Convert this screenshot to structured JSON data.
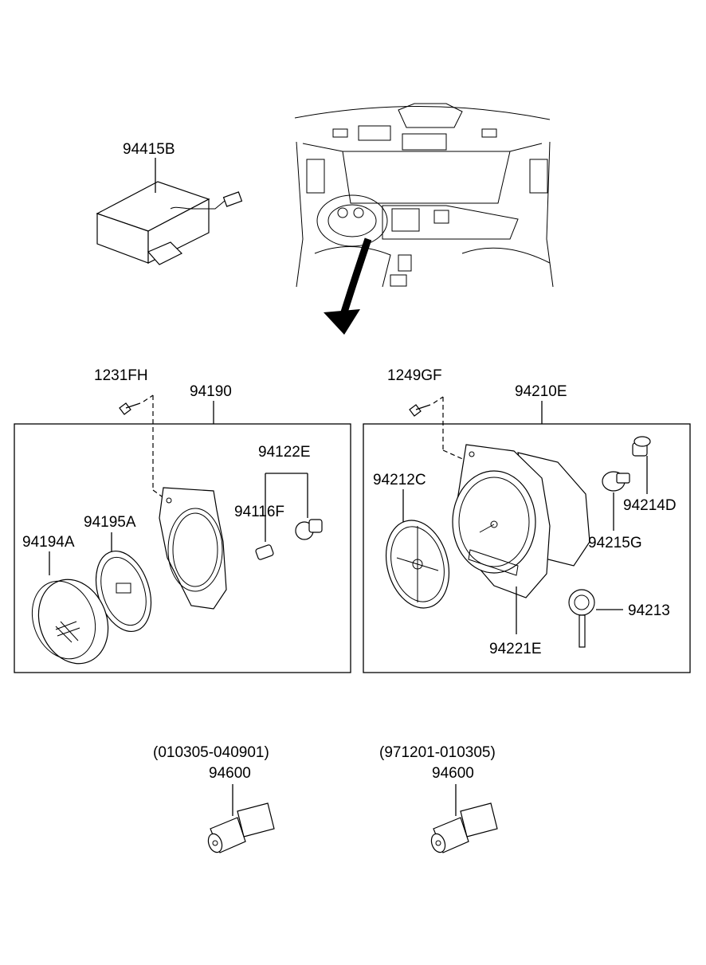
{
  "labels": {
    "module": "94415B",
    "screw_left": "1231FH",
    "cluster_left": "94190",
    "bulb_group": "94122E",
    "bulb": "94116F",
    "face": "94195A",
    "lens": "94194A",
    "screw_right": "1249GF",
    "cluster_right": "94210E",
    "dial": "94212C",
    "bulb_d": "94214D",
    "bulb_g": "94215G",
    "key": "94213",
    "case": "94221E",
    "range_left": "(010305-040901)",
    "sensor_left": "94600",
    "range_right": "(971201-010305)",
    "sensor_right": "94600"
  }
}
